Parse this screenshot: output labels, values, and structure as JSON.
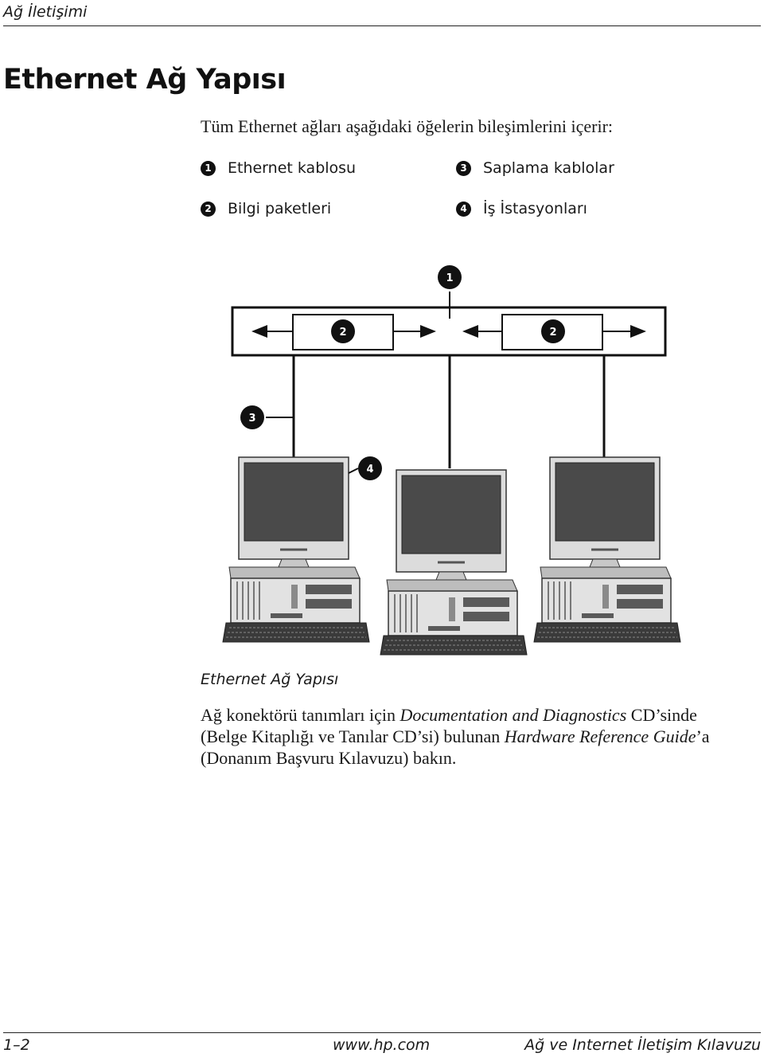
{
  "header": {
    "running_title": "Ağ İletişimi"
  },
  "page_title": "Ethernet Ağ Yapısı",
  "intro": "Tüm Ethernet ağları aşağıdaki öğelerin bileşimlerini içerir:",
  "legend": [
    {
      "num": "1",
      "label": "Ethernet kablosu"
    },
    {
      "num": "2",
      "label": "Bilgi paketleri"
    },
    {
      "num": "3",
      "label": "Saplama kablolar"
    },
    {
      "num": "4",
      "label": "İş İstasyonları"
    }
  ],
  "figure": {
    "callouts": [
      "1",
      "2",
      "2",
      "3",
      "4"
    ],
    "caption": "Ethernet Ağ Yapısı"
  },
  "paragraph": {
    "p1": "Ağ konektörü tanımları için ",
    "i1": "Documentation and Diagnostics",
    "p2": " CD’sinde (Belge Kitaplığı ve Tanılar CD’si) bulunan ",
    "i2": "Hardware Reference Guide",
    "p3": "’a (Donanım Başvuru Kılavuzu) bakın."
  },
  "footer": {
    "page_number": "1–2",
    "url": "www.hp.com",
    "guide_title": "Ağ ve Internet İletişim Kılavuzu"
  }
}
